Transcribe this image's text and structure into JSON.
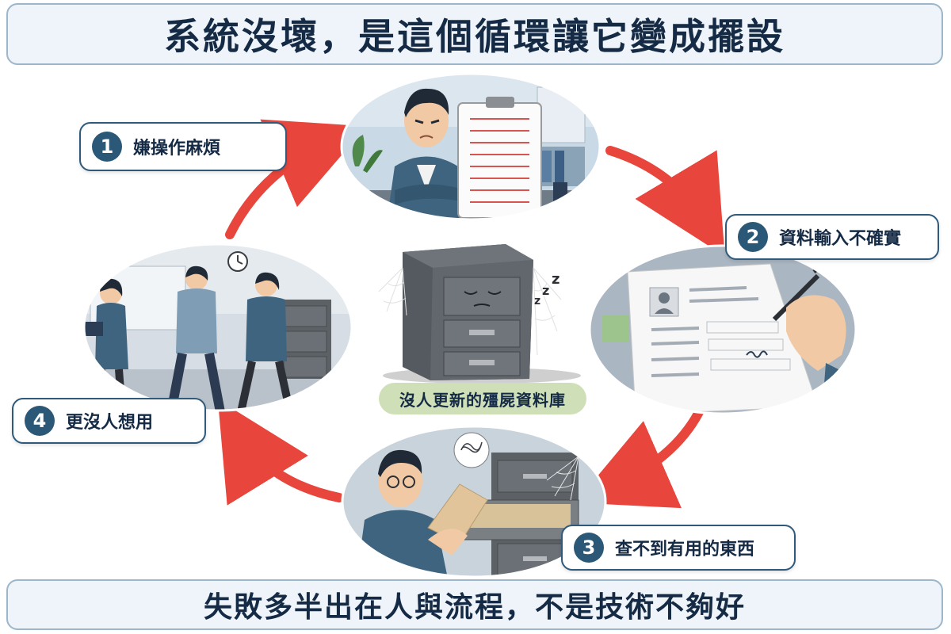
{
  "title": "系統沒壞，是這個循環讓它變成擺設",
  "footer": "失敗多半出在人與流程，不是技術不夠好",
  "center_label": "沒人更新的殭屍資料庫",
  "steps": [
    {
      "num": "1",
      "label": "嫌操作麻煩"
    },
    {
      "num": "2",
      "label": "資料輸入不確實"
    },
    {
      "num": "3",
      "label": "查不到有用的東西"
    },
    {
      "num": "4",
      "label": "更沒人想用"
    }
  ],
  "colors": {
    "arrow": "#e8453c",
    "accent": "#2b5876",
    "banner_border": "#9db6c9",
    "label_bg": "#cfe0b8"
  },
  "icons": [
    "clipboard-icon",
    "document-form-icon",
    "filing-cabinet-icon",
    "cobweb-icon",
    "sleep-zzz-icon",
    "clock-icon",
    "plant-icon",
    "pen-icon"
  ]
}
